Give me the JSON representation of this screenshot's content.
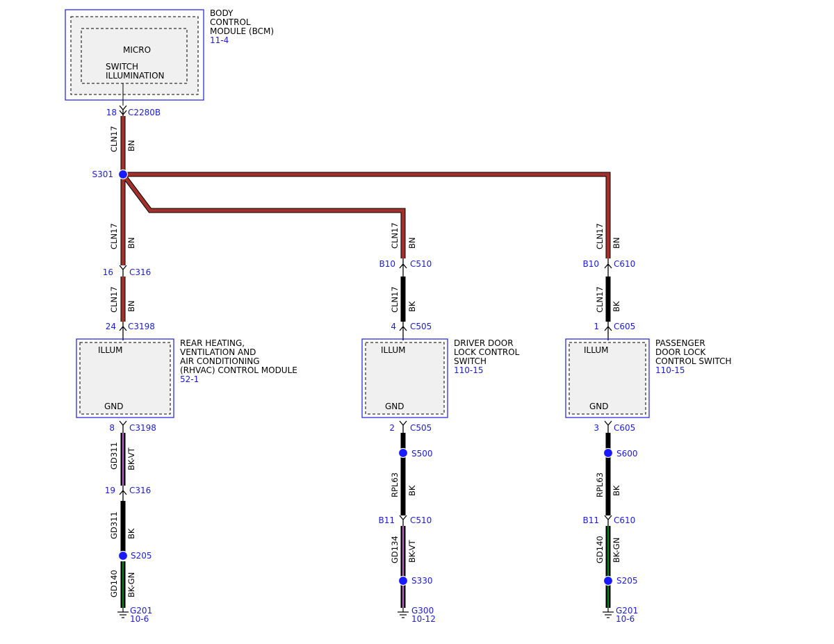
{
  "colors": {
    "bn": "#a4302c",
    "bk": "#000000",
    "vt_stripe": "#b266c2",
    "gn_stripe": "#0f7f2a",
    "outline_blue": "#1a1adb",
    "splice": "#1a1aff",
    "box_fill": "#f0f0f0"
  },
  "bcm": {
    "title_lines": [
      "BODY",
      "CONTROL",
      "MODULE (BCM)"
    ],
    "ref": "11-4",
    "inner": "MICRO",
    "function_lines": [
      "SWITCH",
      "ILLUMINATION"
    ]
  },
  "top_connector": {
    "pin": "18",
    "connector": "C2280B"
  },
  "splice_main": {
    "id": "S301"
  },
  "rhvac": {
    "title_lines": [
      "REAR HEATING,",
      "VENTILATION AND",
      "AIR CONDITIONING",
      "(RHVAC) CONTROL MODULE"
    ],
    "ref": "52-1",
    "illum": "ILLUM",
    "gnd": "GND"
  },
  "driver": {
    "title_lines": [
      "DRIVER DOOR",
      "LOCK CONTROL",
      "SWITCH"
    ],
    "ref": "110-15",
    "illum": "ILLUM",
    "gnd": "GND"
  },
  "passenger": {
    "title_lines": [
      "PASSENGER",
      "DOOR LOCK",
      "CONTROL SWITCH"
    ],
    "ref": "110-15",
    "illum": "ILLUM",
    "gnd": "GND"
  },
  "wires": {
    "w_top": {
      "circuit": "CLN17",
      "color": "BN"
    },
    "w_left1": {
      "circuit": "CLN17",
      "color": "BN"
    },
    "w_left2": {
      "circuit": "CLN17",
      "color": "BN"
    },
    "w_mid1": {
      "circuit": "CLN17",
      "color": "BN"
    },
    "w_mid2": {
      "circuit": "CLN17",
      "color": "BK"
    },
    "w_right1": {
      "circuit": "CLN17",
      "color": "BN"
    },
    "w_right2": {
      "circuit": "CLN17",
      "color": "BK"
    },
    "w_left3": {
      "circuit": "GD311",
      "color": "BK-VT"
    },
    "w_left4": {
      "circuit": "GD311",
      "color": "BK"
    },
    "w_left5": {
      "circuit": "GD140",
      "color": "BK-GN"
    },
    "w_mid3": {
      "circuit": "RPL63",
      "color": "BK"
    },
    "w_mid4": {
      "circuit": "GD134",
      "color": "BK-VT"
    },
    "w_right3": {
      "circuit": "RPL63",
      "color": "BK"
    },
    "w_right4": {
      "circuit": "GD140",
      "color": "BK-GN"
    }
  },
  "connectors": {
    "left_c316_upper": {
      "pin": "16",
      "connector": "C316"
    },
    "left_c3198_top": {
      "pin": "24",
      "connector": "C3198"
    },
    "left_c3198_bottom": {
      "pin": "8",
      "connector": "C3198"
    },
    "left_c316_lower": {
      "pin": "19",
      "connector": "C316"
    },
    "mid_c510_upper": {
      "pin": "B10",
      "connector": "C510"
    },
    "mid_c505_top": {
      "pin": "4",
      "connector": "C505"
    },
    "mid_c505_bottom": {
      "pin": "2",
      "connector": "C505"
    },
    "mid_c510_lower": {
      "pin": "B11",
      "connector": "C510"
    },
    "right_c610_upper": {
      "pin": "B10",
      "connector": "C610"
    },
    "right_c605_top": {
      "pin": "1",
      "connector": "C605"
    },
    "right_c605_bottom": {
      "pin": "3",
      "connector": "C605"
    },
    "right_c610_lower": {
      "pin": "B11",
      "connector": "C610"
    }
  },
  "splices": {
    "left_s205": "S205",
    "mid_s500": "S500",
    "mid_s330": "S330",
    "right_s600": "S600",
    "right_s205": "S205"
  },
  "grounds": {
    "left": {
      "id": "G201",
      "ref": "10-6"
    },
    "mid": {
      "id": "G300",
      "ref": "10-12"
    },
    "right": {
      "id": "G201",
      "ref": "10-6"
    }
  }
}
